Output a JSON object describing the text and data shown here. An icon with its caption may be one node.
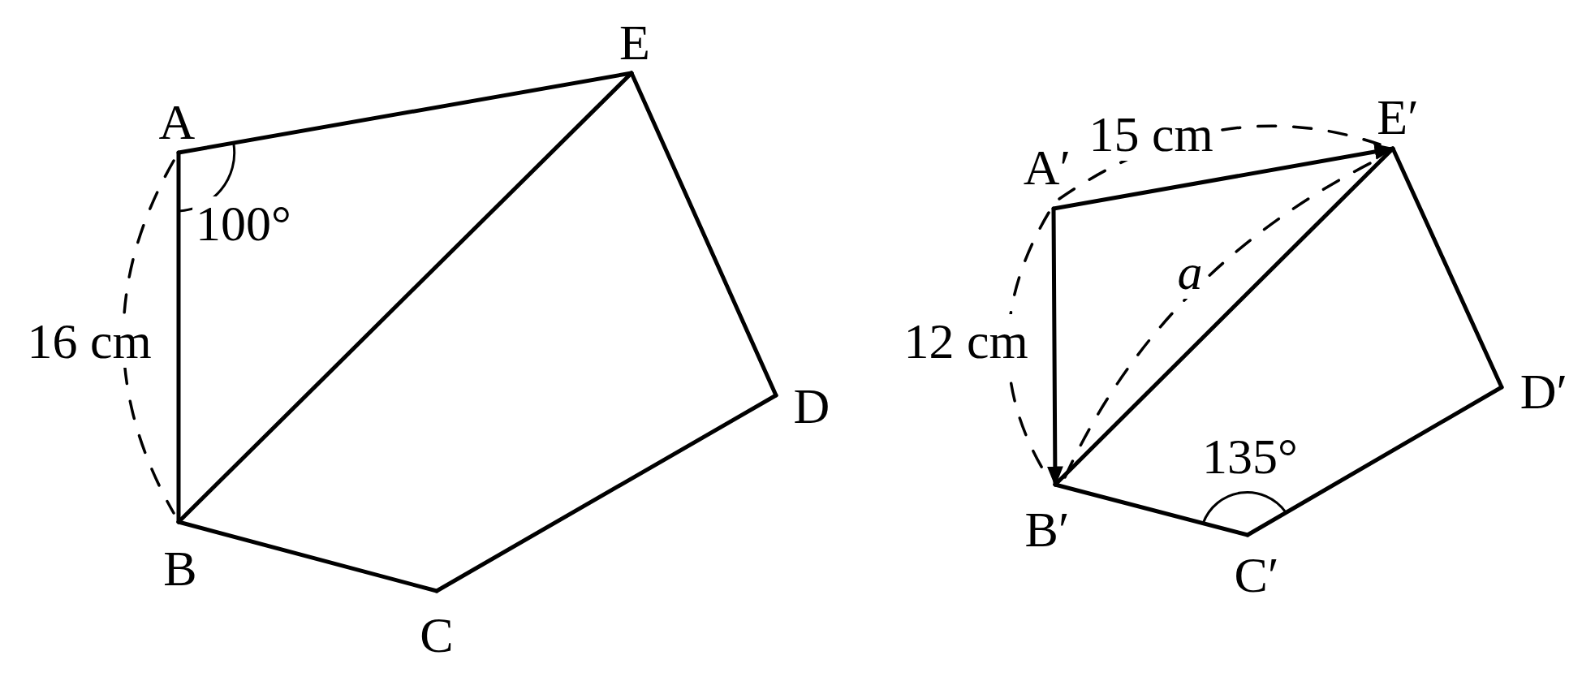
{
  "diagram": {
    "nodes": [
      {
        "text": [
          "A"
        ]
      },
      {
        "text": [
          "B"
        ]
      },
      {
        "text": [
          "C"
        ]
      },
      {
        "text": [
          "D"
        ]
      },
      {
        "text": [
          "E"
        ]
      },
      {
        "text": [
          "A′"
        ]
      },
      {
        "text": [
          "B′"
        ]
      },
      {
        "text": [
          "C′"
        ]
      },
      {
        "text": [
          "D′"
        ]
      },
      {
        "text": [
          "E′"
        ]
      }
    ],
    "edges": [
      {
        "from": 0,
        "to": 4,
        "arrow": "none"
      },
      {
        "from": 4,
        "to": 3,
        "arrow": "none"
      },
      {
        "from": 3,
        "to": 2,
        "arrow": "none"
      },
      {
        "from": 2,
        "to": 1,
        "arrow": "none"
      },
      {
        "from": 0,
        "to": 1,
        "arrow": "none"
      },
      {
        "from": 1,
        "to": 4,
        "arrow": "none"
      },
      {
        "from": 5,
        "to": 9,
        "arrow": "to"
      },
      {
        "from": 9,
        "to": 8,
        "arrow": "none"
      },
      {
        "from": 8,
        "to": 7,
        "arrow": "none"
      },
      {
        "from": 7,
        "to": 6,
        "arrow": "none"
      },
      {
        "from": 5,
        "to": 6,
        "arrow": "to"
      },
      {
        "from": 6,
        "to": 9,
        "arrow": "none"
      }
    ],
    "labels": [
      "100°",
      "16 cm",
      "15 cm",
      "12 cm",
      "a",
      "135°"
    ]
  }
}
